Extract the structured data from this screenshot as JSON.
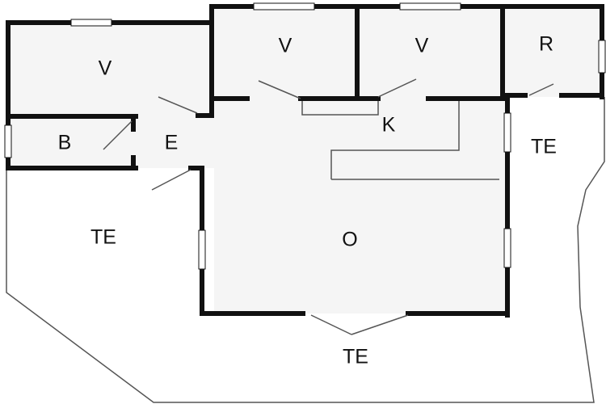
{
  "plan": {
    "colors": {
      "wall": "#111111",
      "floor": "#f5f5f5",
      "line": "#555555"
    },
    "rooms": {
      "bedroom_left": "V",
      "bedroom_mid": "V",
      "bedroom_right": "V",
      "storage": "R",
      "bathroom": "B",
      "entrance": "E",
      "kitchen": "K",
      "living": "O",
      "terrace_right": "TE",
      "terrace_left": "TE",
      "terrace_bottom": "TE"
    }
  }
}
